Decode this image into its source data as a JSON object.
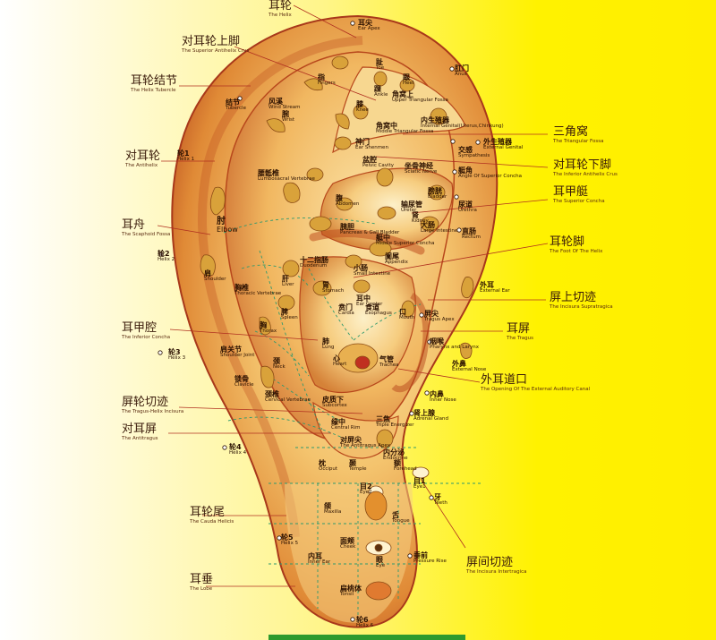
{
  "side": {
    "helix": {
      "zh": "耳轮",
      "en": "The Helix"
    },
    "sup_crus": {
      "zh": "对耳轮上脚",
      "en": "The Superior Antihelix Crus"
    },
    "tubercle": {
      "zh": "耳轮结节",
      "en": "The Helix Tubercle"
    },
    "antihelix": {
      "zh": "对耳轮",
      "en": "The Antihelix"
    },
    "scapha": {
      "zh": "耳舟",
      "en": "The Scaphoid Fossa"
    },
    "cavum": {
      "zh": "耳甲腔",
      "en": "The Inferior Concha"
    },
    "notch_th": {
      "zh": "屏轮切迹",
      "en": "The Tragus-Helix Incisura"
    },
    "antitragus": {
      "zh": "对耳屏",
      "en": "The Antitragus"
    },
    "cauda": {
      "zh": "耳轮尾",
      "en": "The Cauda Helicis"
    },
    "lobe": {
      "zh": "耳垂",
      "en": "The Lobe"
    },
    "tri_fossa": {
      "zh": "三角窝",
      "en": "The Triangular Fossa"
    },
    "inf_crus": {
      "zh": "对耳轮下脚",
      "en": "The Inferior Antihelix Crus"
    },
    "cymba": {
      "zh": "耳甲艇",
      "en": "The Superior Concha"
    },
    "helix_foot": {
      "zh": "耳轮脚",
      "en": "The Foot Of The Helix"
    },
    "supratragic": {
      "zh": "屏上切迹",
      "en": "The Incisura Supratragica"
    },
    "tragus": {
      "zh": "耳屏",
      "en": "The Tragus"
    },
    "canal": {
      "zh": "外耳道口",
      "en": "The Opening Of The External Auditory Canal"
    },
    "intertragic": {
      "zh": "屏间切迹",
      "en": "The Incisura Intertragica"
    }
  },
  "points": {
    "ear_apex": {
      "zh": "耳尖",
      "en": "Ear Apex"
    },
    "anus": {
      "zh": "肛门",
      "en": "Anus"
    },
    "toe": {
      "zh": "趾",
      "en": "Toe"
    },
    "heel": {
      "zh": "跟",
      "en": "Heel"
    },
    "finger": {
      "zh": "指",
      "en": "Fingers"
    },
    "ankle": {
      "zh": "踝",
      "en": "Ankle"
    },
    "jiaowoshang": {
      "zh": "角窝上",
      "en": "Upper Triangular Fossa"
    },
    "wind": {
      "zh": "风溪",
      "en": "Wind Stream"
    },
    "wrist": {
      "zh": "腕",
      "en": "Wrist"
    },
    "knee": {
      "zh": "膝",
      "en": "Knee"
    },
    "neishengzhiqi": {
      "zh": "内生殖器",
      "en": "Internal Genital(Uterus,Chinkung)"
    },
    "jiaowozhong": {
      "zh": "角窝中",
      "en": "Middle Triangular Fossa"
    },
    "jiedian": {
      "zh": "结节",
      "en": "Tubercle"
    },
    "shenmen": {
      "zh": "神门",
      "en": "Ear Shenmen"
    },
    "jiaogan": {
      "zh": "交感",
      "en": "Sympathesis"
    },
    "waishengzhiqi": {
      "zh": "外生殖器",
      "en": "External Genital"
    },
    "lun1": {
      "zh": "轮1",
      "en": "Helix 1"
    },
    "penqiang": {
      "zh": "盆腔",
      "en": "Pelvic Cavity"
    },
    "zuogu": {
      "zh": "坐骨神经",
      "en": "Sciatic Nerve"
    },
    "tingjiao": {
      "zh": "艇角",
      "en": "Angle Of Superior Concha"
    },
    "lumbar": {
      "zh": "腰骶椎",
      "en": "Lumbosacral Vertebrae"
    },
    "fu": {
      "zh": "腹",
      "en": "Abdomen"
    },
    "shuniao": {
      "zh": "输尿管",
      "en": "Ureter"
    },
    "pangguang": {
      "zh": "膀胱",
      "en": "Bladder"
    },
    "shen": {
      "zh": "肾",
      "en": "Kidney"
    },
    "niaodao": {
      "zh": "尿道",
      "en": "Urethra"
    },
    "zhou": {
      "zh": "肘",
      "en": "Elbow"
    },
    "yidan": {
      "zh": "胰胆",
      "en": "Pancreas & Gall Bladder"
    },
    "dachang": {
      "zh": "大肠",
      "en": "Large Intestine"
    },
    "zhichang": {
      "zh": "直肠",
      "en": "Rectum"
    },
    "tingzhong": {
      "zh": "艇中",
      "en": "Middle Superior Concha"
    },
    "lun2": {
      "zh": "轮2",
      "en": "Helix 2"
    },
    "shierzhi": {
      "zh": "十二指肠",
      "en": "Duodenum"
    },
    "xiaochang": {
      "zh": "小肠",
      "en": "Small Intestine"
    },
    "lanwei": {
      "zh": "阑尾",
      "en": "Appendix"
    },
    "gan": {
      "zh": "肝",
      "en": "Liver"
    },
    "jian": {
      "zh": "肩",
      "en": "Shoulder"
    },
    "waier": {
      "zh": "外耳",
      "en": "External Ear"
    },
    "xiongzhui": {
      "zh": "胸椎",
      "en": "Thoracic Vertebrae"
    },
    "wei": {
      "zh": "胃",
      "en": "Stomach"
    },
    "erzhong": {
      "zh": "耳中",
      "en": "Ear Center"
    },
    "pi": {
      "zh": "脾",
      "en": "Spleen"
    },
    "benmen": {
      "zh": "贲门",
      "en": "Cardia"
    },
    "shidao": {
      "zh": "食道",
      "en": "Esophagus"
    },
    "kou": {
      "zh": "口",
      "en": "Mouth"
    },
    "pingjian": {
      "zh": "屏尖",
      "en": "Tragus Apex"
    },
    "xiong": {
      "zh": "胸",
      "en": "Thorax"
    },
    "fei": {
      "zh": "肺",
      "en": "Lung"
    },
    "xin": {
      "zh": "心",
      "en": "Heart"
    },
    "qiguan": {
      "zh": "气管",
      "en": "Trachea"
    },
    "yanhou": {
      "zh": "咽喉",
      "en": "Pharynx and Larynx"
    },
    "waibi": {
      "zh": "外鼻",
      "en": "External Nose"
    },
    "lun3": {
      "zh": "轮3",
      "en": "Helix 3"
    },
    "jianguanjie": {
      "zh": "肩关节",
      "en": "Shoulder Joint"
    },
    "suogu": {
      "zh": "锁骨",
      "en": "Clavicle"
    },
    "jing": {
      "zh": "颈",
      "en": "Neck"
    },
    "jingzhui": {
      "zh": "颈椎",
      "en": "Cervical Vertebrae"
    },
    "pizhixia": {
      "zh": "皮质下",
      "en": "Subcortex"
    },
    "neibi": {
      "zh": "内鼻",
      "en": "Inner Nose"
    },
    "shenshangxian": {
      "zh": "肾上腺",
      "en": "Adrenal Gland"
    },
    "sanjiao": {
      "zh": "三焦",
      "en": "Triple Energizer"
    },
    "yuanzhong": {
      "zh": "缘中",
      "en": "Central Rim"
    },
    "pingjian2": {
      "zh": "对屏尖",
      "en": "The Antitragus Apex"
    },
    "neifenmi": {
      "zh": "内分泌",
      "en": "Endocrine"
    },
    "lun4": {
      "zh": "轮4",
      "en": "Helix 4"
    },
    "zhen": {
      "zh": "枕",
      "en": "Occiput"
    },
    "nie": {
      "zh": "颞",
      "en": "Temple"
    },
    "e": {
      "zh": "额",
      "en": "Forehead"
    },
    "mu1": {
      "zh": "目1",
      "en": "Eye1"
    },
    "mu2": {
      "zh": "目2",
      "en": "Eye2"
    },
    "ya": {
      "zh": "牙",
      "en": "Teeth"
    },
    "she": {
      "zh": "舌",
      "en": "Tongue"
    },
    "he": {
      "zh": "颌",
      "en": "Maxilla"
    },
    "lun5": {
      "zh": "轮5",
      "en": "Helix 5"
    },
    "mianjia": {
      "zh": "面颊",
      "en": "Cheek"
    },
    "neier": {
      "zh": "内耳",
      "en": "Inner Ear"
    },
    "yan": {
      "zh": "眼",
      "en": "Eye"
    },
    "chuiqian": {
      "zh": "垂前",
      "en": "Pressure Rise"
    },
    "biantaoti": {
      "zh": "扁桃体",
      "en": "Tonsil"
    },
    "lun6": {
      "zh": "轮6",
      "en": "Helix 6"
    }
  },
  "colors": {
    "helix_dark": "#b8421f",
    "helix_mid": "#e0782e",
    "ear_light": "#f7c978",
    "ear_glow": "#fbe6a8",
    "leader": "#b03020",
    "dash": "#2e9a6e",
    "organ": "#d9a23a"
  }
}
